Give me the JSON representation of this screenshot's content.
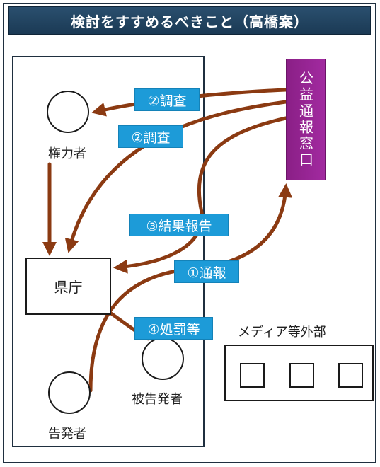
{
  "title": "検討をすすめるべきこと（高橋案）",
  "hotline": "公益通報窓口",
  "nodes": {
    "authority": "権力者",
    "prefecture": "県庁",
    "whistleblower": "告発者",
    "accused": "被告発者",
    "media": "メディア等外部"
  },
  "arrows": {
    "investigate_1": "②調査",
    "investigate_2": "②調査",
    "result_report": "③結果報告",
    "report": "①通報",
    "punishment": "④処罰等"
  },
  "colors": {
    "arrow": "#8b3a12",
    "tag": "#1d9bd8",
    "hotline": "#9a2494",
    "title_bar": "#1f4562"
  }
}
